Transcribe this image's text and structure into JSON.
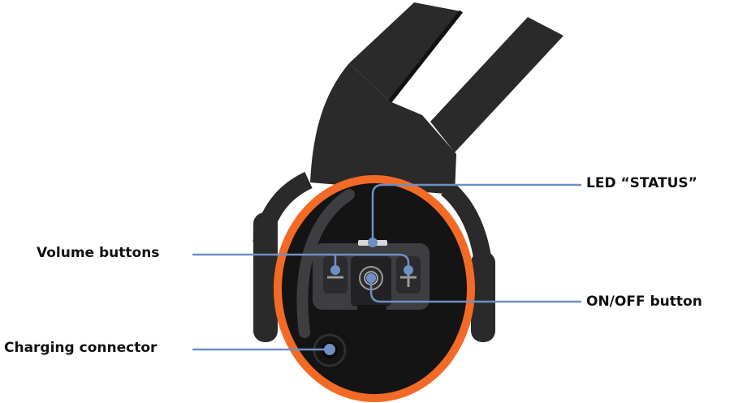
{
  "callouts": {
    "led_status": "LED “STATUS”",
    "volume_buttons": "Volume buttons",
    "on_off_button": "ON/OFF button",
    "charging_connector": "Charging connector"
  },
  "colors": {
    "device_body": "#141414",
    "headband": "#2a2a2a",
    "orange_ring": "#f26a25",
    "control_panel": "#3e3e42",
    "callout_line": "#6f8fc4",
    "callout_dot": "#6f8fc4"
  }
}
